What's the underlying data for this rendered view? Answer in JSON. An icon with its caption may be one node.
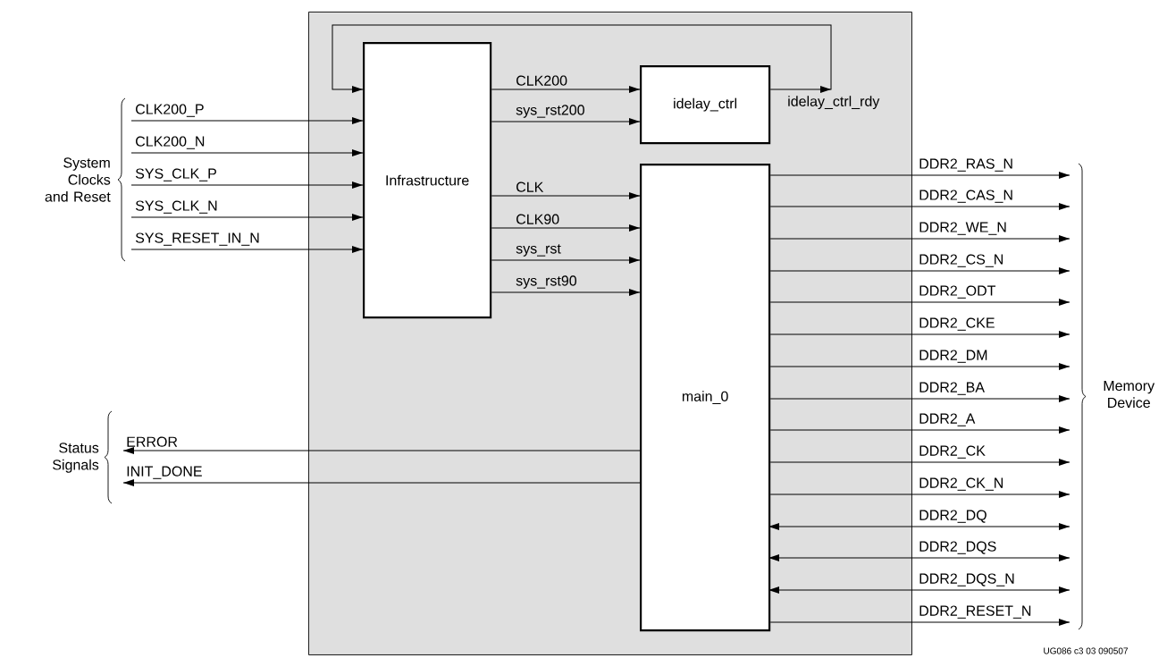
{
  "diagram": {
    "nodes": [
      {
        "text": [],
        "shape": "box"
      },
      {
        "text": [
          "Infrastructure"
        ],
        "in": 0
      },
      {
        "text": [
          "idelay_ctrl"
        ],
        "in": 0
      },
      {
        "text": [
          "main_0"
        ],
        "in": 0
      }
    ],
    "edges": [
      {
        "from": null,
        "to": 1,
        "arrow": "to",
        "label": "CLK200_P"
      },
      {
        "from": null,
        "to": 1,
        "arrow": "to",
        "label": "CLK200_N"
      },
      {
        "from": null,
        "to": 1,
        "arrow": "to",
        "label": "SYS_CLK_P"
      },
      {
        "from": null,
        "to": 1,
        "arrow": "to",
        "label": "SYS_CLK_N"
      },
      {
        "from": null,
        "to": 1,
        "arrow": "to",
        "label": "SYS_RESET_IN_N"
      },
      {
        "from": 1,
        "to": 2,
        "arrow": "to",
        "label": "CLK200"
      },
      {
        "from": 1,
        "to": 2,
        "arrow": "to",
        "label": "sys_rst200"
      },
      {
        "from": 2,
        "to": 1,
        "arrow": "to",
        "label": "idelay_ctrl_rdy"
      },
      {
        "from": 1,
        "to": 3,
        "arrow": "to",
        "label": "CLK"
      },
      {
        "from": 1,
        "to": 3,
        "arrow": "to",
        "label": "CLK90"
      },
      {
        "from": 1,
        "to": 3,
        "arrow": "to",
        "label": "sys_rst"
      },
      {
        "from": 1,
        "to": 3,
        "arrow": "to",
        "label": "sys_rst90"
      },
      {
        "from": 3,
        "to": null,
        "arrow": "to",
        "label": "DDR2_RAS_N"
      },
      {
        "from": 3,
        "to": null,
        "arrow": "to",
        "label": "DDR2_CAS_N"
      },
      {
        "from": 3,
        "to": null,
        "arrow": "to",
        "label": "DDR2_WE_N"
      },
      {
        "from": 3,
        "to": null,
        "arrow": "to",
        "label": "DDR2_CS_N"
      },
      {
        "from": 3,
        "to": null,
        "arrow": "to",
        "label": "DDR2_ODT"
      },
      {
        "from": 3,
        "to": null,
        "arrow": "to",
        "label": "DDR2_CKE"
      },
      {
        "from": 3,
        "to": null,
        "arrow": "to",
        "label": "DDR2_DM"
      },
      {
        "from": 3,
        "to": null,
        "arrow": "to",
        "label": "DDR2_BA"
      },
      {
        "from": 3,
        "to": null,
        "arrow": "to",
        "label": "DDR2_A"
      },
      {
        "from": 3,
        "to": null,
        "arrow": "to",
        "label": "DDR2_CK"
      },
      {
        "from": 3,
        "to": null,
        "arrow": "to",
        "label": "DDR2_CK_N"
      },
      {
        "from": 3,
        "to": null,
        "arrow": "both",
        "label": "DDR2_DQ"
      },
      {
        "from": 3,
        "to": null,
        "arrow": "both",
        "label": "DDR2_DQS"
      },
      {
        "from": 3,
        "to": null,
        "arrow": "both",
        "label": "DDR2_DQS_N"
      },
      {
        "from": 3,
        "to": null,
        "arrow": "to",
        "label": "DDR2_RESET_N"
      },
      {
        "from": 3,
        "to": null,
        "arrow": "to",
        "label": "ERROR"
      },
      {
        "from": 3,
        "to": null,
        "arrow": "to",
        "label": "INIT_DONE"
      }
    ],
    "labels": [
      "System Clocks and Reset",
      "Status Signals",
      "Memory Device",
      "UG086 c3 03 090507"
    ]
  }
}
